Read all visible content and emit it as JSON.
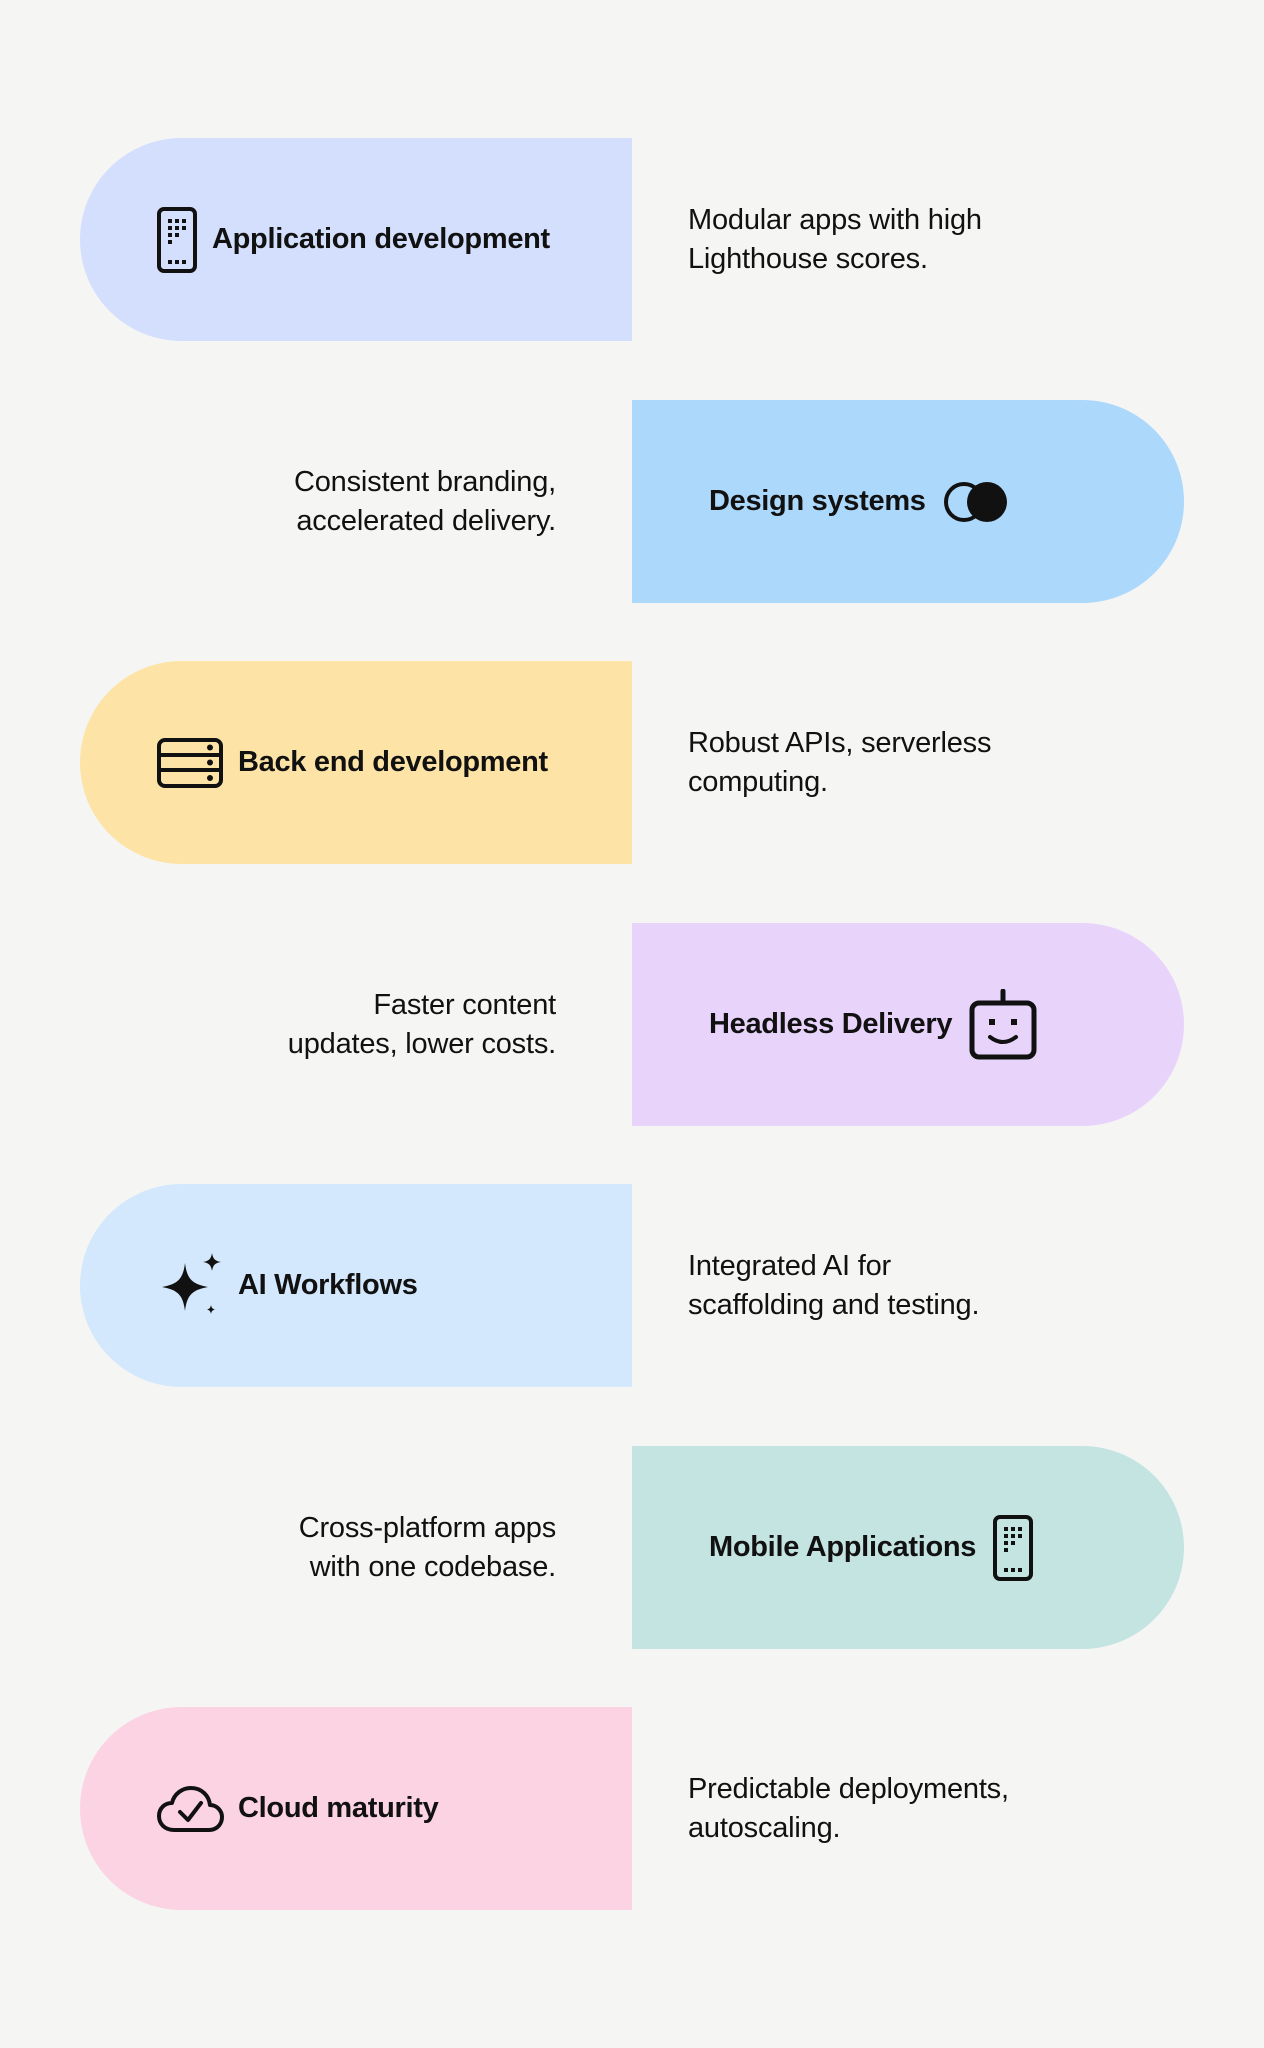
{
  "colors": {
    "background": "#f5f5f4",
    "application_development": "#d4dffd",
    "design_systems": "#acd8fc",
    "back_end_development": "#fde4a6",
    "headless_delivery": "#e8d4fb",
    "ai_workflows": "#d3e8fc",
    "mobile_applications": "#c4e4e1",
    "cloud_maturity": "#fcd3e3"
  },
  "services": [
    {
      "title": "Application development",
      "icon": "device-grid-icon",
      "description": "Modular apps with high Lighthouse scores.",
      "description_lines": [
        "Modular apps with high",
        "Lighthouse scores."
      ]
    },
    {
      "title": "Design systems",
      "icon": "overlapping-circles-icon",
      "description": "Consistent branding, accelerated delivery.",
      "description_lines": [
        "Consistent branding,",
        "accelerated delivery."
      ]
    },
    {
      "title": "Back end development",
      "icon": "server-icon",
      "description": "Robust APIs, serverless computing.",
      "description_lines": [
        "Robust APIs, serverless",
        "computing."
      ]
    },
    {
      "title": "Headless Delivery",
      "icon": "robot-face-icon",
      "description": "Faster content updates, lower costs.",
      "description_lines": [
        "Faster content",
        "updates, lower costs."
      ]
    },
    {
      "title": "AI Workflows",
      "icon": "sparkles-icon",
      "description": "Integrated AI for scaffolding and testing.",
      "description_lines": [
        "Integrated AI for",
        "scaffolding and testing."
      ]
    },
    {
      "title": "Mobile Applications",
      "icon": "mobile-device-icon",
      "description": "Cross-platform apps with one codebase.",
      "description_lines": [
        "Cross-platform apps",
        "with one codebase."
      ]
    },
    {
      "title": "Cloud maturity",
      "icon": "cloud-check-icon",
      "description": "Predictable deployments, autoscaling.",
      "description_lines": [
        "Predictable deployments,",
        "autoscaling."
      ]
    }
  ]
}
